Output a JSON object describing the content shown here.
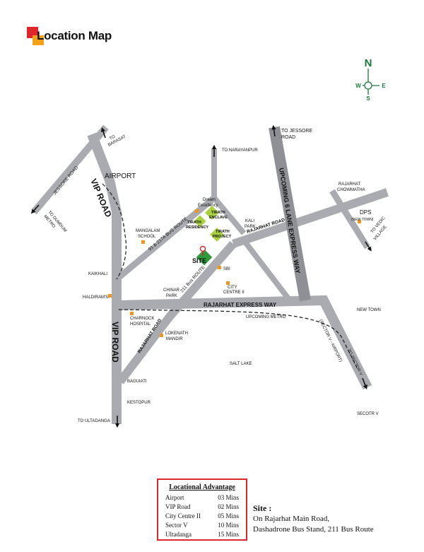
{
  "header": {
    "title": "Location Map"
  },
  "compass": {
    "n": "N",
    "s": "S",
    "e": "E",
    "w": "W"
  },
  "map": {
    "roads": {
      "vip_road_top": "VIP ROAD",
      "vip_road_bottom": "VIP ROAD",
      "jessore_road": "JESSORE ROAD",
      "upcoming_expressway": "UPCOMING 6 LANE EXPRESS WAY",
      "rajarhat_expressway": "RAJARHAT EXPRESS WAY",
      "rajarhat_road_right": "RAJARHAT ROAD",
      "rajarhat_road_left": "RAJARHAT ROAD",
      "bus_route_91": "91 & 217A  BUS ROUTE",
      "bus_route_211": "211 Bus ROUTE",
      "upcoming_metro": "UPCOMING METRO",
      "sector_v_airport": "(SECTOR V - AIRPORT)",
      "to_sector_v": "TO SECTOR V"
    },
    "destinations": {
      "to_barasat_1": "TO",
      "to_barasat_2": "BARASAT",
      "to_dumdum_1": "TO DUMDUM",
      "to_dumdum_2": "METRO",
      "to_narayanpur": "TO NARAYANPUR",
      "to_jessore_1": "TO JESSORE",
      "to_jessore_2": "ROAD",
      "to_vedic_1": "TO VEDIC",
      "to_vedic_2": "VILLAGE",
      "to_ultadanga": "TO ULTADANGA"
    },
    "places": {
      "airport": "AIRPORT",
      "dream_1": "Dream",
      "dream_2": "Excellency",
      "tirath_enclave_1": "TIRATH",
      "tirath_enclave_2": "ENCLAVE",
      "tirath_residency_1": "TIRATH",
      "tirath_residency_2": "RESIDENCY",
      "tirath_project_1": "TIRATH",
      "tirath_project_2": "PROJECT",
      "kali_park_1": "KALI",
      "kali_park_2": "PARK",
      "mangalam_1": "MANGALAM",
      "mangalam_2": "SCHOOL",
      "site": "SITE",
      "sbi": "SBI",
      "kaikhali": "KAIKHALI",
      "haldirams": "HALDIRAM'S",
      "chinar_1": "CHINAR",
      "chinar_2": "PARK",
      "city_centre_1": "CITY",
      "city_centre_2": "CENTRE II",
      "charnock_1": "CHARNOCK",
      "charnock_2": "HOSPITAL",
      "lokenath_1": "LOKENATH",
      "lokenath_2": "MANDIR",
      "rajarhat_chowmatha_1": "RAJARHAT",
      "rajarhat_chowmatha_2": "CHOWMATHA",
      "dps": "DPS",
      "dps_sub": "(NEW TOWN)",
      "new_town": "NEW TOWN",
      "salt_lake": "SALT LAKE",
      "baguiati": "BAGUIATI",
      "kestopur": "KESTOPUR",
      "sector_v": "SECOTR V"
    }
  },
  "advantage": {
    "title": "Locational Advantage",
    "rows": [
      {
        "place": "Airport",
        "time": "03 Mins"
      },
      {
        "place": "VIP Road",
        "time": "02 Mins"
      },
      {
        "place": "City Centre II",
        "time": "05 Mins"
      },
      {
        "place": "Sector V",
        "time": "10 Mins"
      },
      {
        "place": "Ultadanga",
        "time": "15 Mins"
      }
    ]
  },
  "site_info": {
    "label": "Site :",
    "line1": "On Rajarhat Main Road,",
    "line2": "Dashadrone Bus Stand, 211 Bus Route"
  },
  "colors": {
    "road": "#a9abb0",
    "expressway": "#8e9095",
    "route": "#1a1a1a",
    "marker": "#f0961e",
    "site_green": "#2e9a3c",
    "project_green": "#a9d13f",
    "accent_red": "#e0262b",
    "accent_orange": "#f5a21b",
    "compass": "#1b7a3a"
  }
}
